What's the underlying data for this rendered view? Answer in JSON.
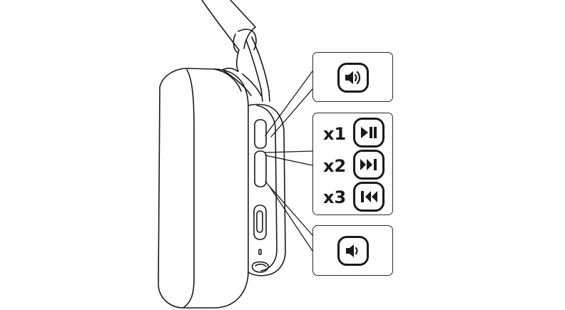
{
  "controls": {
    "volume_up": {
      "icon": "volume-up-icon"
    },
    "multifunction": [
      {
        "presses": "x1",
        "icon": "play-pause-icon"
      },
      {
        "presses": "x2",
        "icon": "skip-forward-icon"
      },
      {
        "presses": "x3",
        "icon": "skip-back-icon"
      }
    ],
    "volume_down": {
      "icon": "volume-down-icon"
    }
  }
}
